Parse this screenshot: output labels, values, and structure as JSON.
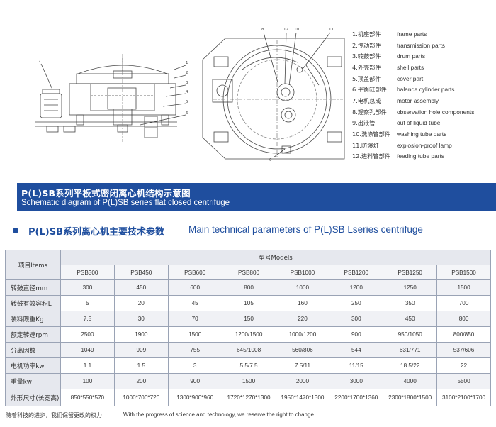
{
  "parts": [
    {
      "cn": "1.机座部件",
      "en": "frame parts"
    },
    {
      "cn": "2.传动部件",
      "en": "transmission parts"
    },
    {
      "cn": "3.转鼓部件",
      "en": "drum parts"
    },
    {
      "cn": "4.外壳部件",
      "en": "shell parts"
    },
    {
      "cn": "5.顶盖部件",
      "en": "cover part"
    },
    {
      "cn": "6.平衡缸部件",
      "en": "balance cylinder parts"
    },
    {
      "cn": "7.电机总成",
      "en": "motor assembly"
    },
    {
      "cn": "8.观察孔部件",
      "en": "observation hole components"
    },
    {
      "cn": "9.出液管",
      "en": "out of liquid tube"
    },
    {
      "cn": "10.洗涤管部件",
      "en": "washing tube parts"
    },
    {
      "cn": "11.防爆灯",
      "en": "explosion-proof lamp"
    },
    {
      "cn": "12.进料管部件",
      "en": "feeding tube parts"
    }
  ],
  "drawing_labels": {
    "left": [
      "1",
      "2",
      "3",
      "4",
      "5",
      "6",
      "7"
    ],
    "right_top": [
      "8",
      "12",
      "10",
      "11"
    ],
    "right_bottom": "9"
  },
  "caption": {
    "cn": "P(L)SB系列平板式密闭离心机结构示意图",
    "en": "Schematic diagram of P(L)SB series flat closed centrifuge"
  },
  "heading": {
    "cn": "P(L)SB系列离心机主要技术参数",
    "en": "Main technical parameters of P(L)SB Lseries centrifuge"
  },
  "table": {
    "item_header": "项目Items",
    "model_header": "型号Models",
    "models": [
      "PSB300",
      "PSB450",
      "PSB600",
      "PSB800",
      "PSB1000",
      "PSB1200",
      "PSB1250",
      "PSB1500"
    ],
    "rows": [
      {
        "label": "转鼓直径mm",
        "values": [
          "300",
          "450",
          "600",
          "800",
          "1000",
          "1200",
          "1250",
          "1500"
        ]
      },
      {
        "label": "转鼓有效容积L",
        "values": [
          "5",
          "20",
          "45",
          "105",
          "160",
          "250",
          "350",
          "700"
        ]
      },
      {
        "label": "装料限重Kg",
        "values": [
          "7.5",
          "30",
          "70",
          "150",
          "220",
          "300",
          "450",
          "800"
        ]
      },
      {
        "label": "额定转速rpm",
        "values": [
          "2500",
          "1900",
          "1500",
          "1200/1500",
          "1000/1200",
          "900",
          "950/1050",
          "800/850"
        ]
      },
      {
        "label": "分离因数",
        "values": [
          "1049",
          "909",
          "755",
          "645/1008",
          "560/806",
          "544",
          "631/771",
          "537/606"
        ]
      },
      {
        "label": "电机功率kw",
        "values": [
          "1.1",
          "1.5",
          "3",
          "5.5/7.5",
          "7.5/11",
          "11/15",
          "18.5/22",
          "22"
        ]
      },
      {
        "label": "重量kw",
        "values": [
          "100",
          "200",
          "900",
          "1500",
          "2000",
          "3000",
          "4000",
          "5500"
        ]
      },
      {
        "label": "外形尺寸(长宽高)mm",
        "values": [
          "850*550*570",
          "1000*700*720",
          "1300*900*960",
          "1720*1270*1300",
          "1950*1470*1300",
          "2200*1700*1360",
          "2300*1800*1500",
          "3100*2100*1700"
        ]
      }
    ]
  },
  "footer": {
    "cn": "随着科技的进步，我们保留更改的权力",
    "en": "With the progress of science and technology, we reserve the right to change."
  },
  "colors": {
    "brand_blue": "#1f4e9e",
    "table_border": "#9aa3b5",
    "header_fill": "#e6e8ee"
  }
}
